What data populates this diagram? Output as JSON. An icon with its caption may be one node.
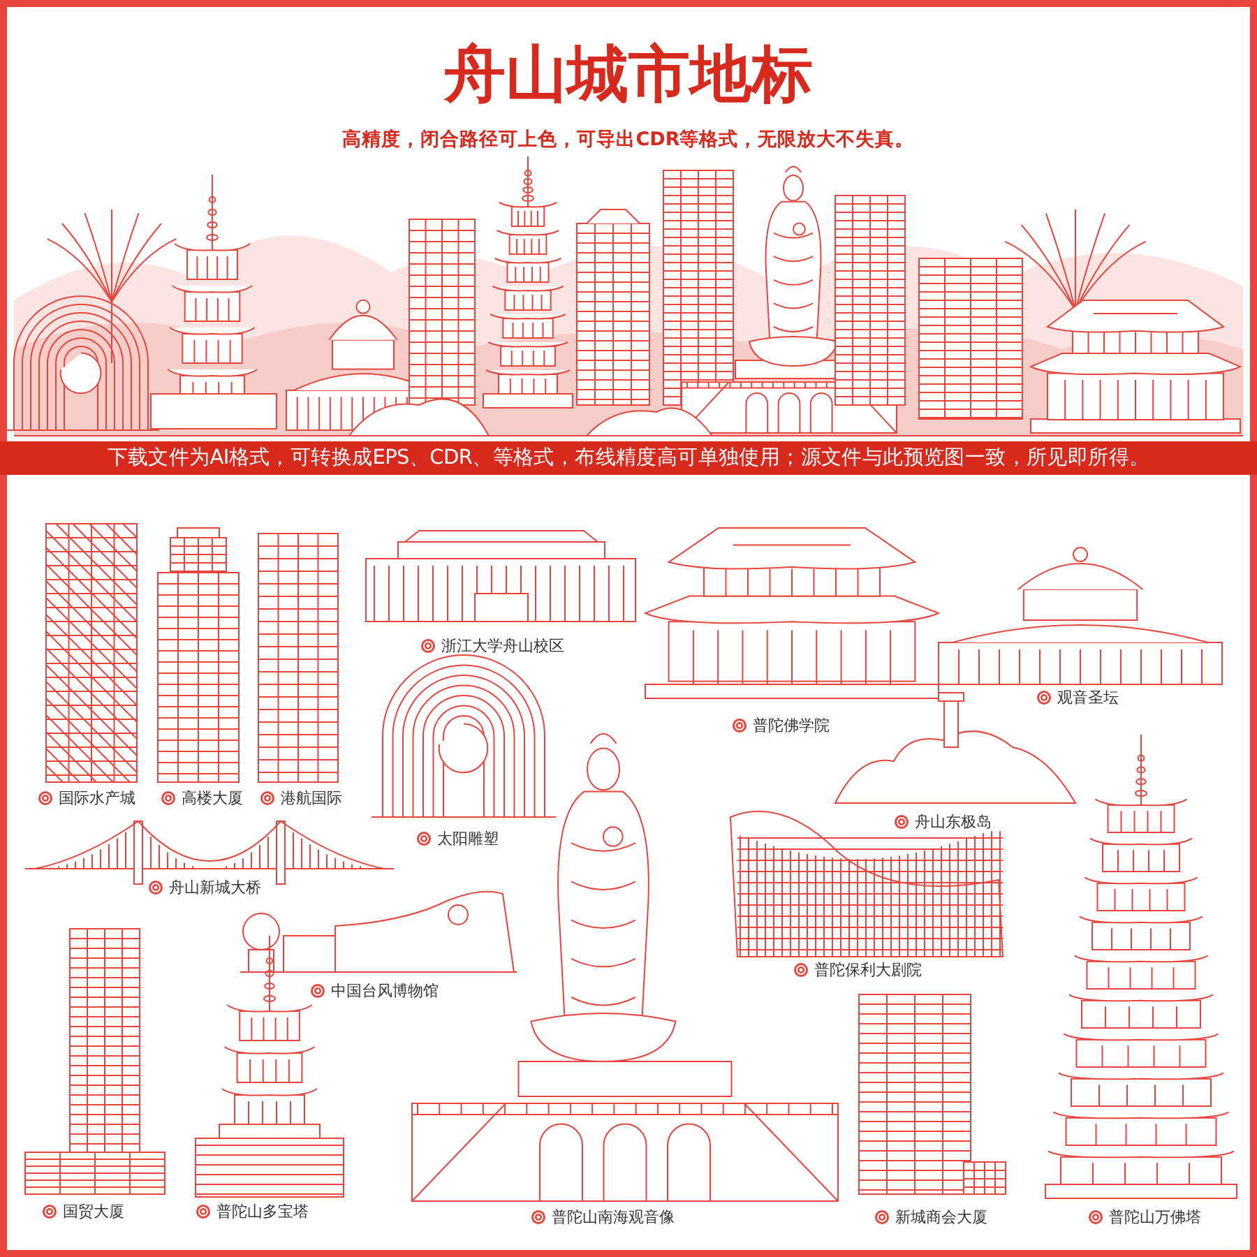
{
  "diagram": {
    "title": "舟山城市地标",
    "labels": [
      "高精度，闭合路径可上色，可导出CDR等格式，无限放大不失真。",
      "下载文件为AI格式，可转换成EPS、CDR、等格式，布线精度高可单独使用；源文件与此预览图一致，所见即所得。",
      "浙江大学舟山校区",
      "观音圣坛",
      "普陀佛学院",
      "国际水产城",
      "高楼大厦",
      "港航国际",
      "舟山东极岛",
      "太阳雕塑",
      "舟山新城大桥",
      "普陀保利大剧院",
      "中国台风博物馆",
      "国贸大厦",
      "普陀山多宝塔",
      "普陀山南海观音像",
      "新城商会大厦",
      "普陀山万佛塔"
    ]
  }
}
